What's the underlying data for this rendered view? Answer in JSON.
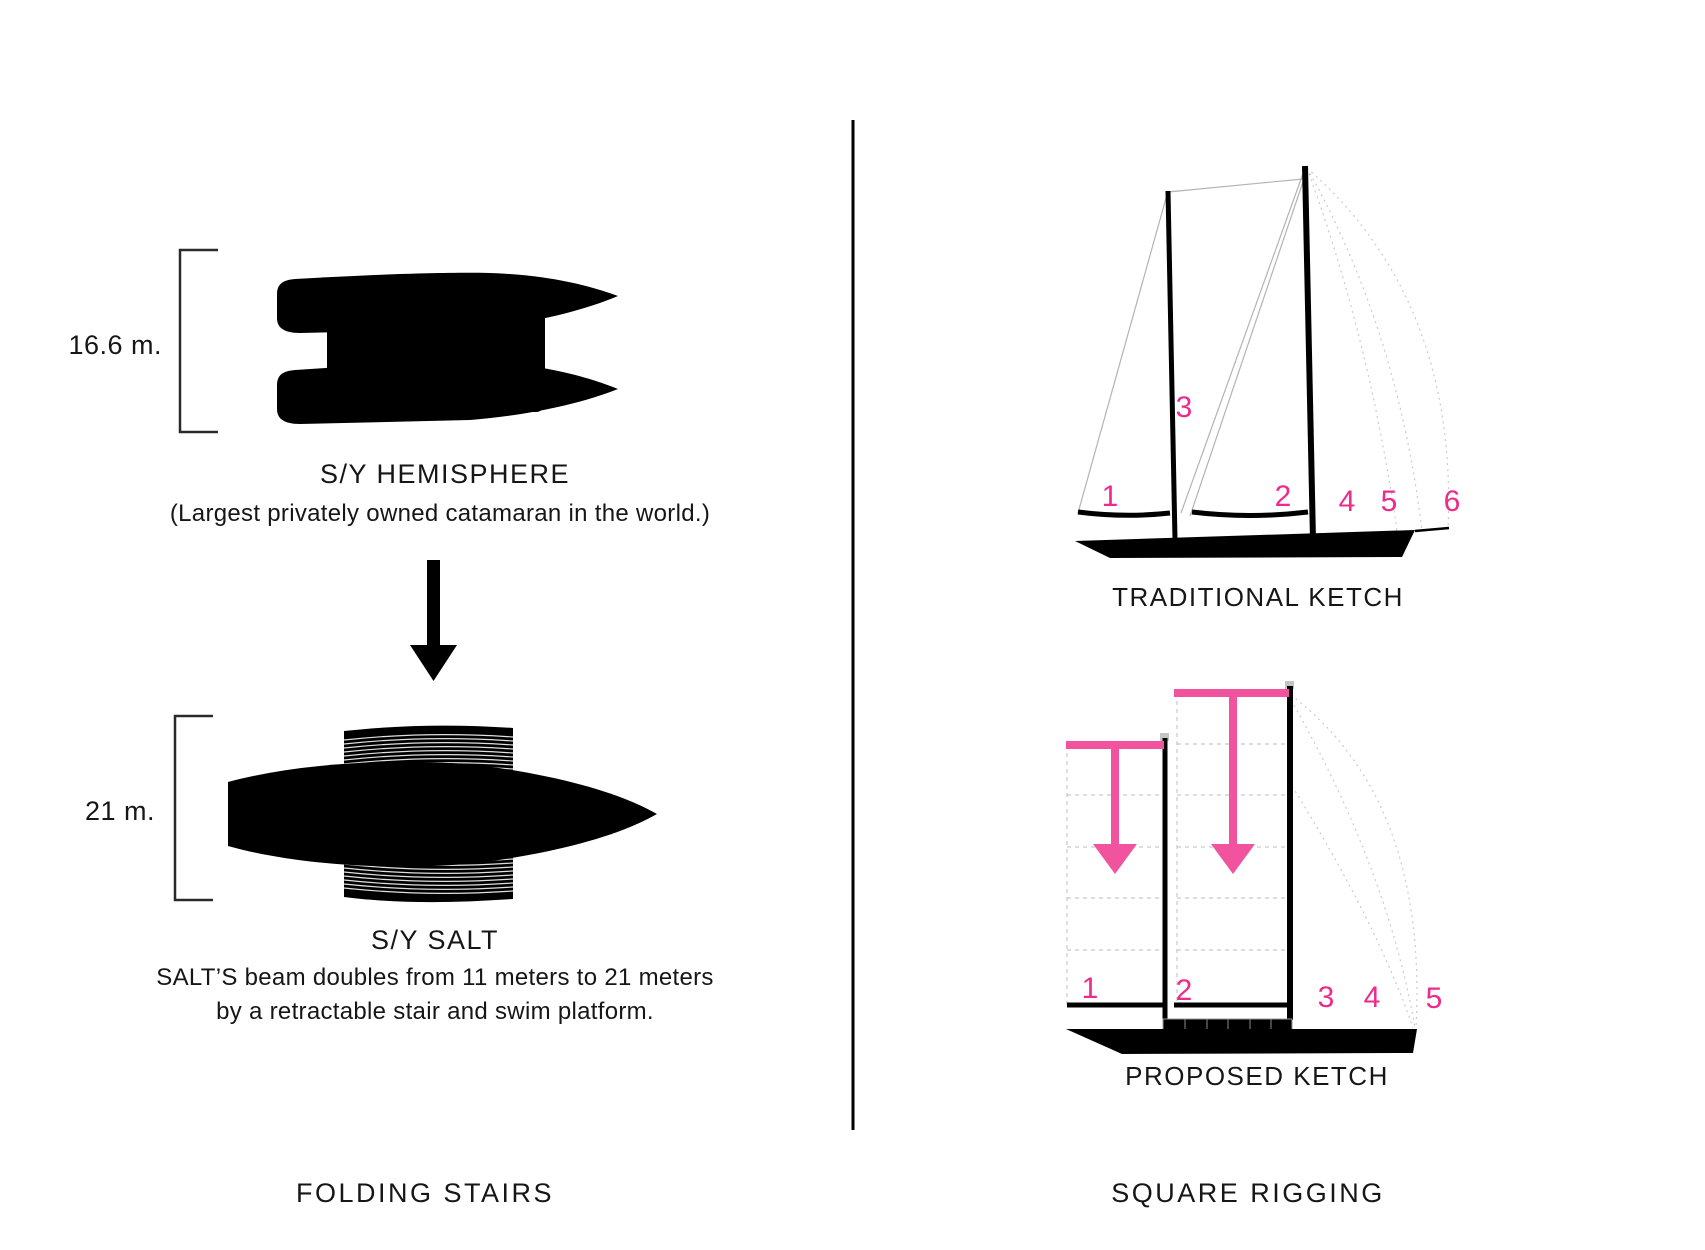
{
  "page": {
    "background": "#ffffff"
  },
  "colors": {
    "ink": "#161616",
    "black_shapes": "#000000",
    "sail_number_pink": "#ee2a8c",
    "arrow_pink": "#f2539e",
    "thin_line_gray": "#b3b3b3",
    "dotted_line_gray": "#cbcbcb"
  },
  "left_panel": {
    "footer_title": "FOLDING STAIRS",
    "hemisphere": {
      "measurement": "16.6 m.",
      "name": "S/Y HEMISPHERE",
      "caption": "(Largest privately owned catamaran in the world.)"
    },
    "salt": {
      "measurement": "21 m.",
      "name": "S/Y SALT",
      "caption_line1": "SALT’S beam doubles from 11 meters to 21 meters",
      "caption_line2": "by a retractable stair and swim platform."
    }
  },
  "right_panel": {
    "footer_title": "SQUARE RIGGING",
    "traditional": {
      "label": "TRADITIONAL KETCH",
      "sail_numbers": [
        "1",
        "2",
        "3",
        "4",
        "5",
        "6"
      ]
    },
    "proposed": {
      "label": "PROPOSED KETCH",
      "sail_numbers": [
        "1",
        "2",
        "3",
        "4",
        "5"
      ]
    }
  }
}
